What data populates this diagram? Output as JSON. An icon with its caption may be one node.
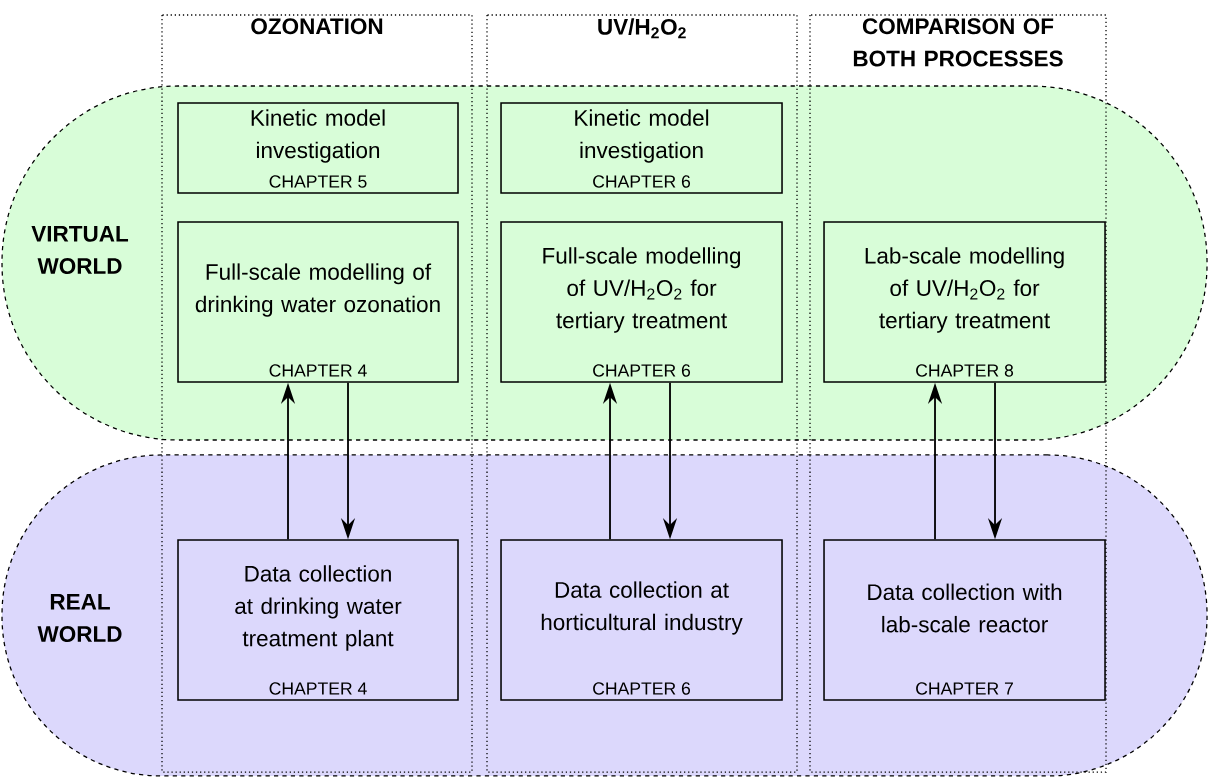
{
  "diagram": {
    "nodes": [
      {
        "text": [
          "VIRTUAL WORLD"
        ]
      },
      {
        "text": [
          "REAL WORLD"
        ]
      },
      {
        "text": [
          "Kinetic model investigation",
          "CHAPTER 5"
        ],
        "in": 0
      },
      {
        "text": [
          "Kinetic model investigation",
          "CHAPTER 6"
        ],
        "in": 0
      },
      {
        "text": [
          "Full-scale modelling of drinking water ozonation",
          "CHAPTER 4"
        ],
        "in": 0
      },
      {
        "text": [
          "Full-scale modelling of UV/H$_{2}$O$_{2}$ for tertiary treatment",
          "CHAPTER 6"
        ],
        "in": 0
      },
      {
        "text": [
          "Lab-scale modelling of UV/H$_{2}$O$_{2}$ for tertiary treatment",
          "CHAPTER 8"
        ],
        "in": 0
      },
      {
        "text": [
          "Data collection at drinking water treatment plant",
          "CHAPTER 4"
        ],
        "in": 1
      },
      {
        "text": [
          "Data collection at horticultural industry",
          "CHAPTER 6"
        ],
        "in": 1
      },
      {
        "text": [
          "Data collection with lab-scale reactor",
          "CHAPTER 7"
        ],
        "in": 1
      }
    ],
    "edges": [
      {
        "from": 7,
        "to": 4,
        "arrow": "to"
      },
      {
        "from": 4,
        "to": 7,
        "arrow": "to"
      },
      {
        "from": 8,
        "to": 5,
        "arrow": "to"
      },
      {
        "from": 5,
        "to": 8,
        "arrow": "to"
      },
      {
        "from": 9,
        "to": 6,
        "arrow": "to"
      },
      {
        "from": 6,
        "to": 9,
        "arrow": "to"
      }
    ],
    "labels": [
      "OZONATION",
      "UV/H$_{2}$O$_{2}$",
      "COMPARISON OF BOTH PROCESSES"
    ]
  }
}
